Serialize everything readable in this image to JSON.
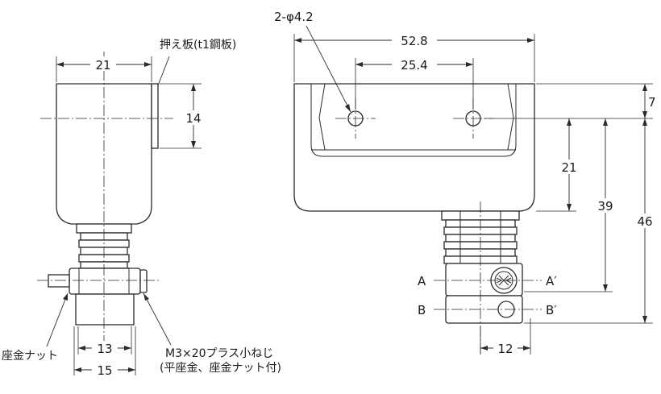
{
  "dimensions": {
    "d21_width": "21",
    "d14": "14",
    "d52_8": "52.8",
    "d25_4": "25.4",
    "d7": "7",
    "d21_height": "21",
    "d39": "39",
    "d46": "46",
    "d13": "13",
    "d15": "15",
    "d12": "12"
  },
  "notes": {
    "hole_spec": "2-φ4.2",
    "plate_note": "押え板(t1鋼板)",
    "washer_nut": "座金ナット",
    "screw_line1": "M3×20プラス小ねじ",
    "screw_line2": "(平座金、座金ナット付)",
    "section_a": "A",
    "section_a_prime": "A′",
    "section_b": "B",
    "section_b_prime": "B′"
  }
}
